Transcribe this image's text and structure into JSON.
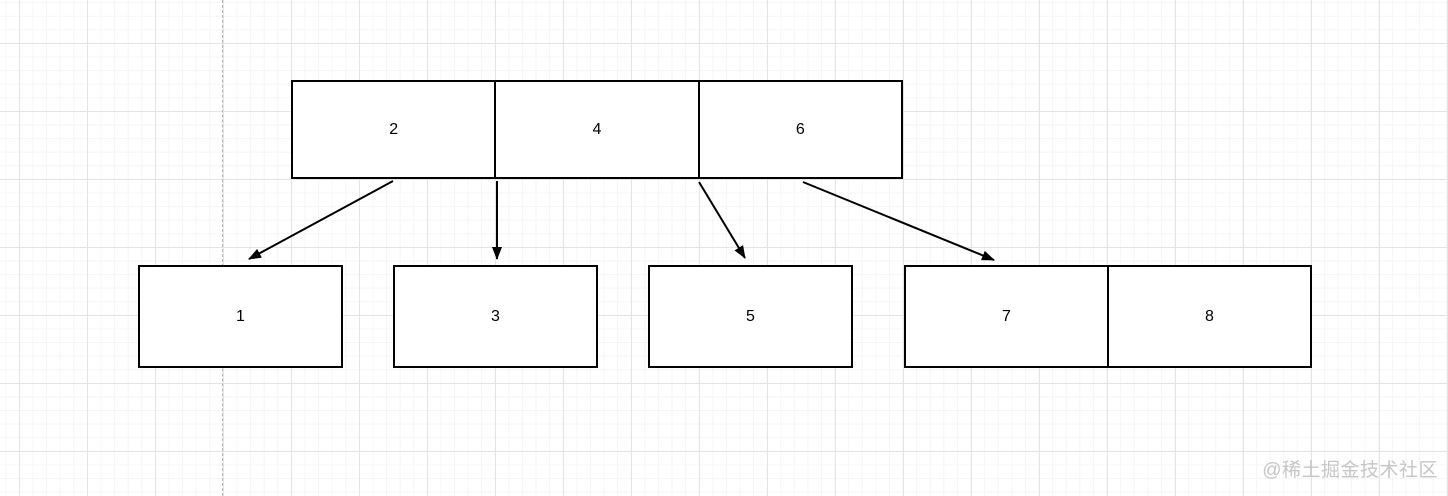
{
  "canvas": {
    "watermark": "@稀土掘金技术社区"
  },
  "tree": {
    "type": "b-tree",
    "root": {
      "id": "root-2-4-6",
      "cells": [
        "2",
        "4",
        "6"
      ]
    },
    "children": [
      {
        "id": "node-1",
        "cells": [
          "1"
        ]
      },
      {
        "id": "node-3",
        "cells": [
          "3"
        ]
      },
      {
        "id": "node-5",
        "cells": [
          "5"
        ]
      },
      {
        "id": "node-7-8",
        "cells": [
          "7",
          "8"
        ]
      }
    ],
    "edges": [
      {
        "from": "root-2-4-6",
        "to": "node-1"
      },
      {
        "from": "root-2-4-6",
        "to": "node-3"
      },
      {
        "from": "root-2-4-6",
        "to": "node-5"
      },
      {
        "from": "root-2-4-6",
        "to": "node-7-8"
      }
    ]
  },
  "colors": {
    "shape_border": "#000000",
    "shape_fill": "#ffffff",
    "text": "#000000",
    "grid_minor": "#f5f5f5",
    "grid_major": "#e4e4e4",
    "page_divider": "#b5b5b5",
    "watermark": "#c6c6c6"
  }
}
